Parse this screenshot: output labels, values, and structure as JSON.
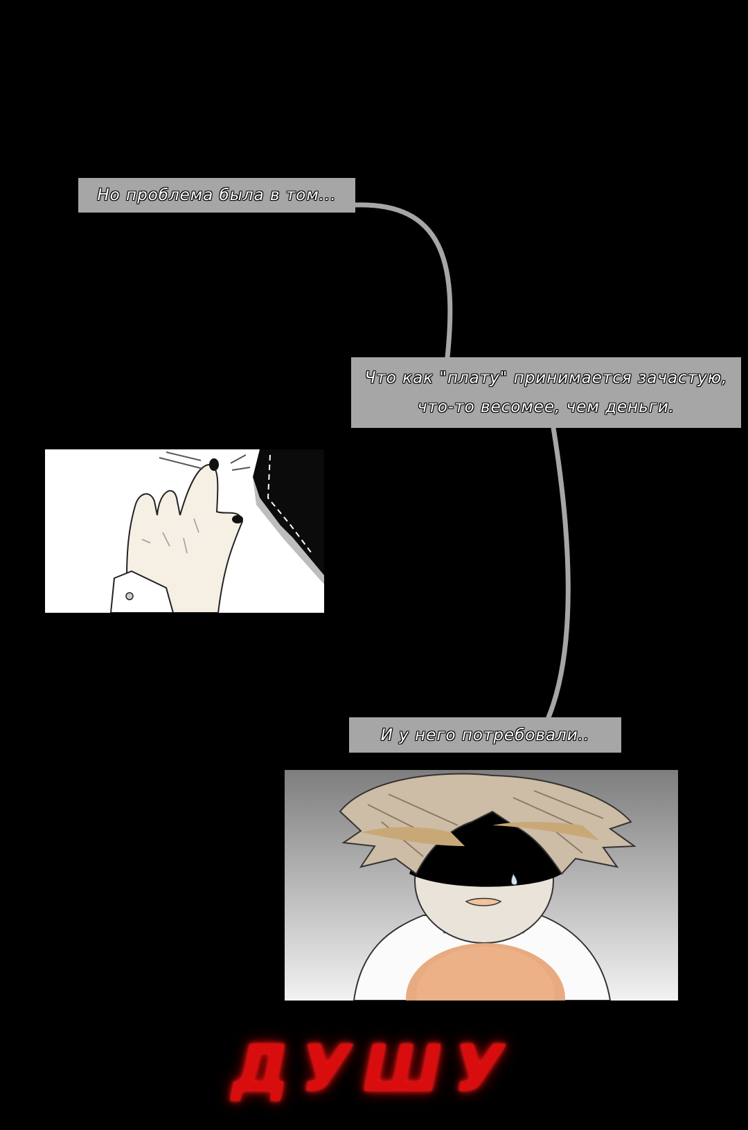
{
  "captions": {
    "first": "Но проблема была в том...",
    "second_line1": "Что как \"плату\" принимается зачастую,",
    "second_line2": "что-то весомее, чем деньги.",
    "third": "И у него потребовали.."
  },
  "finale_word": "ДУШУ",
  "colors": {
    "background": "#000000",
    "caption_box": "#a6a6a6",
    "connector": "#a6a6a6",
    "finale_word": "#d90d0d"
  }
}
